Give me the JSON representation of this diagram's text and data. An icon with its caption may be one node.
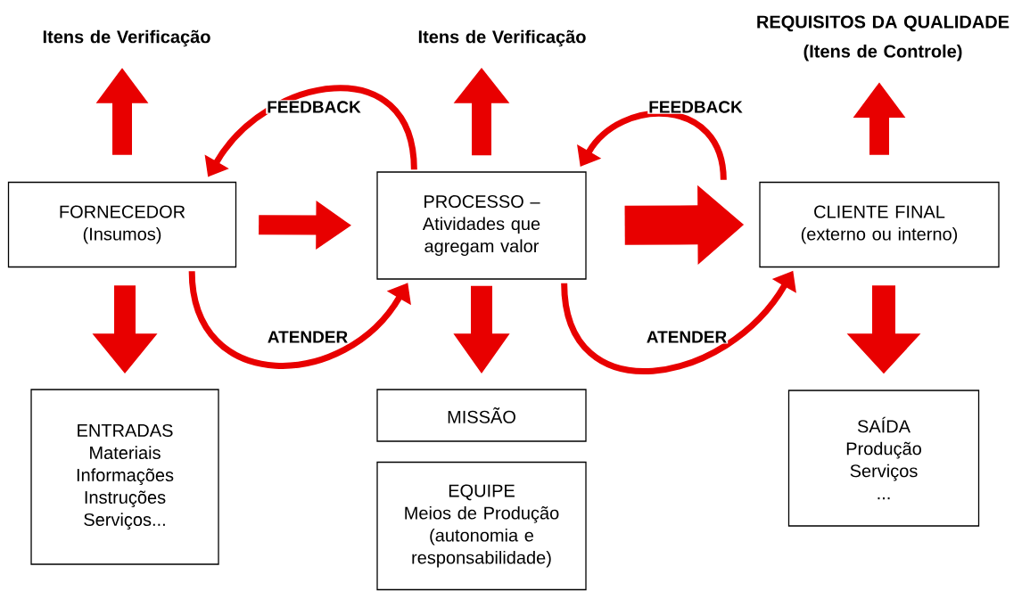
{
  "diagram": {
    "nodes": [
      {
        "text": [
          "FORNECEDOR",
          "(Insumos)"
        ]
      },
      {
        "text": [
          "PROCESSO –",
          "Atividades que agregam valor"
        ]
      },
      {
        "text": [
          "CLIENTE FINAL",
          "(externo ou interno)"
        ]
      },
      {
        "text": [
          "ENTRADAS",
          "Materiais",
          "Informações",
          "Instruções",
          "Serviços..."
        ]
      },
      {
        "text": [
          "MISSÃO"
        ]
      },
      {
        "text": [
          "EQUIPE",
          "Meios de Produção",
          "(autonomia e responsabilidade)"
        ]
      },
      {
        "text": [
          "SAÍDA",
          "Produção",
          "Serviços",
          "..."
        ]
      },
      {
        "text": [
          "Itens de Verificação"
        ]
      },
      {
        "text": [
          "Itens de Verificação"
        ]
      },
      {
        "text": [
          "REQUISITOS DA QUALIDADE",
          "(Itens de Controle)"
        ]
      }
    ],
    "edges": [
      {
        "from": 0,
        "to": 1,
        "arrow": "to"
      },
      {
        "from": 1,
        "to": 2,
        "arrow": "to",
        "style": "thick"
      },
      {
        "from": 0,
        "to": 7,
        "arrow": "to"
      },
      {
        "from": 1,
        "to": 8,
        "arrow": "to"
      },
      {
        "from": 2,
        "to": 9,
        "arrow": "to"
      },
      {
        "from": 0,
        "to": 3,
        "arrow": "to"
      },
      {
        "from": 1,
        "to": 4,
        "arrow": "to"
      },
      {
        "from": 2,
        "to": 6,
        "arrow": "to"
      },
      {
        "from": 1,
        "to": 0,
        "arrow": "to",
        "label": "FEEDBACK"
      },
      {
        "from": 2,
        "to": 1,
        "arrow": "to",
        "label": "FEEDBACK"
      },
      {
        "from": 0,
        "to": 1,
        "arrow": "to",
        "label": "ATENDER"
      },
      {
        "from": 1,
        "to": 2,
        "arrow": "to",
        "label": "ATENDER"
      }
    ]
  }
}
